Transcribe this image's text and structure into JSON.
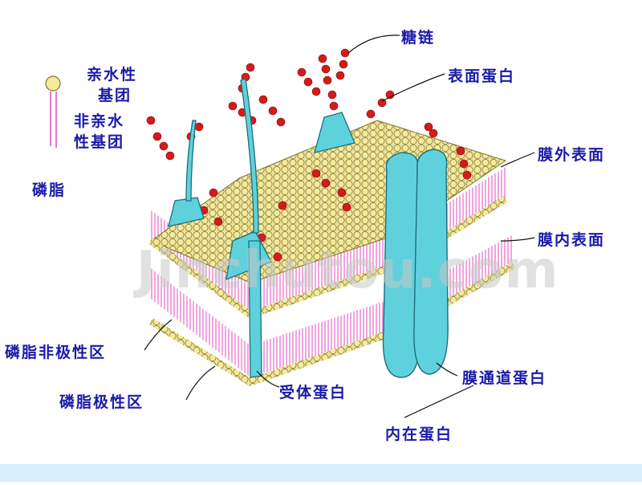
{
  "labels": {
    "hydrophilic_head": "亲水性",
    "hydrophilic_head_2": "基团",
    "hydrophobic_tail": "非亲水",
    "hydrophobic_tail_2": "性基团",
    "phospholipid": "磷脂",
    "sugar_chain": "糖链",
    "surface_protein": "表面蛋白",
    "outer_surface": "膜外表面",
    "inner_surface": "膜内表面",
    "nonpolar_region": "磷脂非极性区",
    "polar_region": "磷脂极性区",
    "receptor_protein": "受体蛋白",
    "channel_protein": "膜通道蛋白",
    "intrinsic_protein": "内在蛋白"
  },
  "watermark": "Jinchutou.com",
  "colors": {
    "label_text": "#1a1aa8",
    "head_bead": "#f4e48c",
    "head_bead_edge": "#6e6a2a",
    "tail": "#e85ac8",
    "protein": "#5fd1dc",
    "protein_edge": "#1e6e7a",
    "sugar": "#d61a1a",
    "footer": "#d8eefb"
  }
}
